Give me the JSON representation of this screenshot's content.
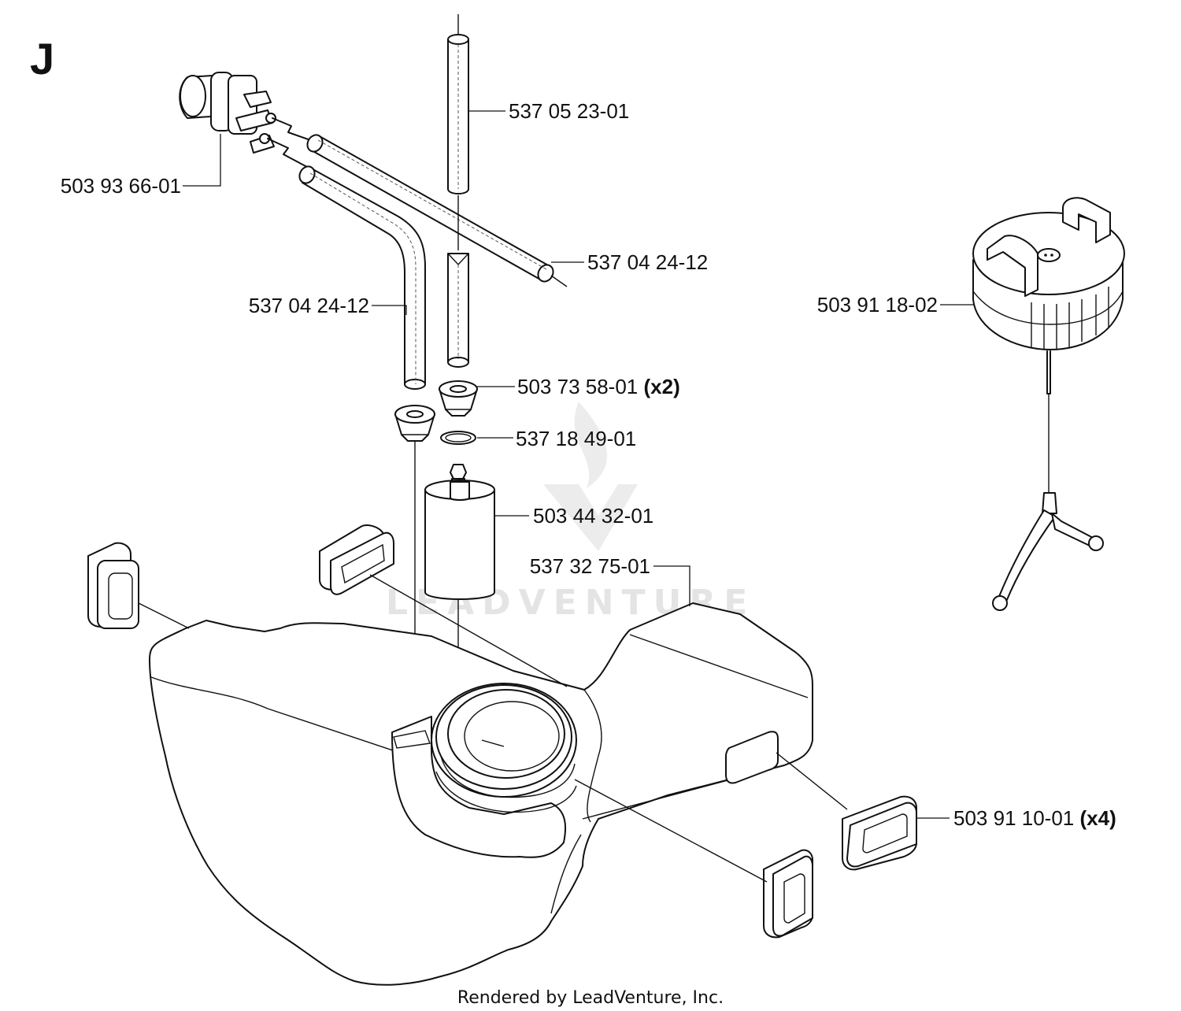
{
  "section_letter": "J",
  "watermark": "LEADVENTURE",
  "footer": "Rendered by LeadVenture, Inc.",
  "parts": [
    {
      "id": "primer-bulb",
      "number": "503 93 66-01",
      "qty": ""
    },
    {
      "id": "return-line",
      "number": "537 05 23-01",
      "qty": ""
    },
    {
      "id": "fuel-hose-upper",
      "number": "537 04 24-12",
      "qty": ""
    },
    {
      "id": "fuel-hose-lower",
      "number": "537 04 24-12",
      "qty": ""
    },
    {
      "id": "grommet",
      "number": "503 73 58-01",
      "qty": "(x2)"
    },
    {
      "id": "o-ring",
      "number": "537 18 49-01",
      "qty": ""
    },
    {
      "id": "fuel-filter",
      "number": "503 44 32-01",
      "qty": ""
    },
    {
      "id": "fuel-tank",
      "number": "537 32 75-01",
      "qty": ""
    },
    {
      "id": "fuel-cap",
      "number": "503 91 18-02",
      "qty": ""
    },
    {
      "id": "rubber-buffer",
      "number": "503 91 10-01",
      "qty": "(x4)"
    }
  ]
}
